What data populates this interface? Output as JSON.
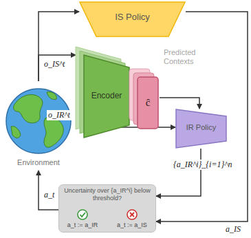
{
  "diagram": {
    "nodes": [
      {
        "text": [
          "IS Policy"
        ]
      },
      {
        "text": [
          "Environment"
        ]
      },
      {
        "text": [
          "Encoder"
        ]
      },
      {
        "text": [
          "ĉ",
          "Predicted Contexts"
        ]
      },
      {
        "text": [
          "IR Policy"
        ]
      },
      {
        "text": [
          "Uncertainty over {a_IR^i} below threshold?",
          "a_t := a_IR",
          "a_t := a_IS"
        ]
      }
    ],
    "edges": [
      {
        "from": 1,
        "to": 0,
        "arrow": "to"
      },
      {
        "from": 1,
        "to": 2,
        "arrow": "to",
        "label": "o_IS^t"
      },
      {
        "from": 1,
        "to": 4,
        "arrow": "to",
        "label": "o_IR^t"
      },
      {
        "from": 3,
        "to": 4,
        "arrow": "to"
      },
      {
        "from": 4,
        "to": 5,
        "arrow": "to",
        "label": "{a_IR^i}_{i=1}^n"
      },
      {
        "from": 0,
        "to": 5,
        "arrow": "to",
        "label": "a_IS"
      },
      {
        "from": 5,
        "to": 1,
        "arrow": "to",
        "label": "a_t"
      }
    ]
  }
}
